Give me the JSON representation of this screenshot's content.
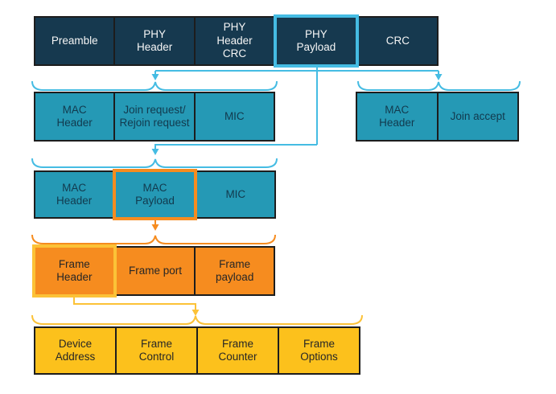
{
  "diagram": {
    "description": "LoRaWAN packet structure breakdown",
    "colors": {
      "background": "#ffffff",
      "phy_box": "#16394F",
      "mac_box": "#2599B5",
      "frame_box": "#F68C1F",
      "field_box": "#FCC11C",
      "cyan_accent": "#45BCE3",
      "orange_accent": "#F68C1F",
      "yellow_accent": "#FCC237",
      "box_border": "#1d1d1d"
    },
    "rows": {
      "phy": {
        "cells": [
          {
            "label": "Preamble"
          },
          {
            "label": "PHY\nHeader"
          },
          {
            "label": "PHY\nHeader\nCRC"
          },
          {
            "label": "PHY\nPayload",
            "highlighted": true
          },
          {
            "label": "CRC"
          }
        ]
      },
      "join_request": {
        "cells": [
          {
            "label": "MAC\nHeader"
          },
          {
            "label": "Join request/\nRejoin request"
          },
          {
            "label": "MIC"
          }
        ]
      },
      "join_accept": {
        "cells": [
          {
            "label": "MAC\nHeader"
          },
          {
            "label": "Join accept"
          }
        ]
      },
      "mac": {
        "cells": [
          {
            "label": "MAC\nHeader"
          },
          {
            "label": "MAC\nPayload",
            "highlighted": true
          },
          {
            "label": "MIC"
          }
        ]
      },
      "frame": {
        "cells": [
          {
            "label": "Frame\nHeader",
            "highlighted": true
          },
          {
            "label": "Frame port"
          },
          {
            "label": "Frame\npayload"
          }
        ]
      },
      "frame_header_fields": {
        "cells": [
          {
            "label": "Device\nAddress"
          },
          {
            "label": "Frame\nControl"
          },
          {
            "label": "Frame\nCounter"
          },
          {
            "label": "Frame\nOptions"
          }
        ]
      }
    }
  }
}
